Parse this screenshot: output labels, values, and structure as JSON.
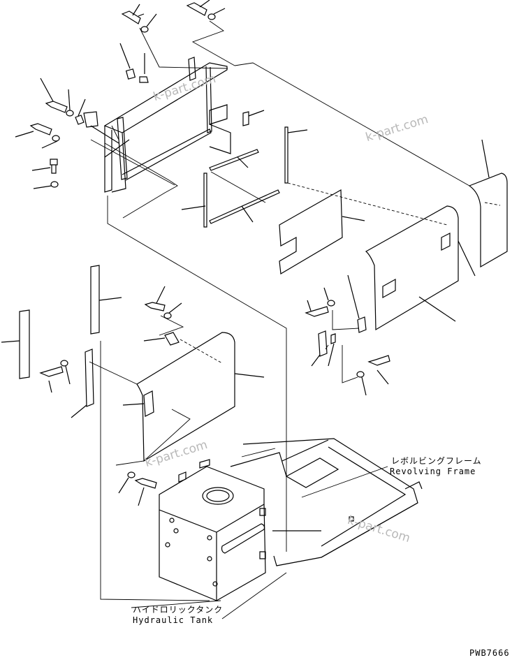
{
  "labels": {
    "revolving_frame_jp": "レボルビングフレーム",
    "revolving_frame_en": "Revolving Frame",
    "hydraulic_tank_jp": "ハイドロリックタンク",
    "hydraulic_tank_en": "Hydraulic Tank",
    "drawing_code": "PWB7666"
  },
  "watermark": "k-part.com",
  "colors": {
    "line": "#000000",
    "watermark": "#b8b8b8",
    "background": "#ffffff"
  }
}
